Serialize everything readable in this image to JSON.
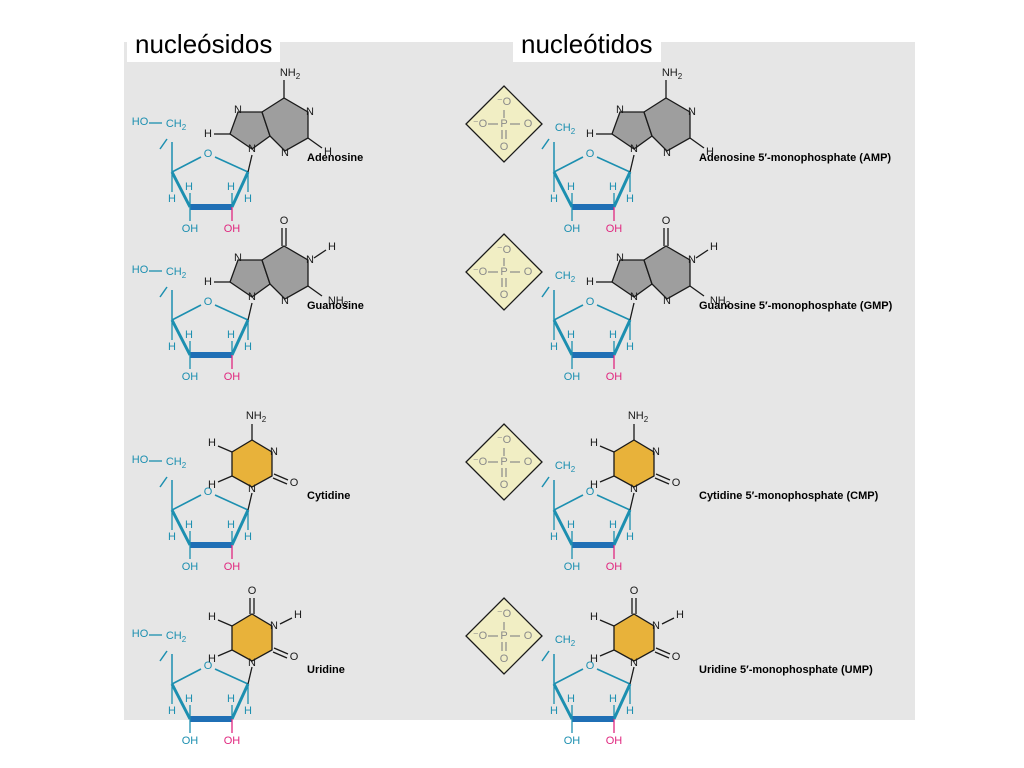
{
  "headings": {
    "left": "nucleósidos",
    "right": "nucleótidos"
  },
  "colors": {
    "panel": "#e6e6e6",
    "sugar": "#1c8fb0",
    "sugar_thick": "#1f6fb5",
    "oh_red": "#e0277f",
    "purine_ring": "#9e9e9e",
    "pyrimidine_ring": "#e8b23a",
    "phosphate_box": "#f1eec4",
    "phosphate_grey": "#8a8a8a"
  },
  "atoms": {
    "H": "H",
    "N": "N",
    "O": "O",
    "P": "P",
    "OH": "OH",
    "HO": "HO",
    "NH2": "NH2",
    "CH2": "CH2"
  },
  "rows": [
    {
      "base": "adenine",
      "nucleoside": "Adenosine",
      "nucleotide": "Adenosine 5′-monophosphate (AMP)"
    },
    {
      "base": "guanine",
      "nucleoside": "Guanosine",
      "nucleotide": "Guanosine 5′-monophosphate (GMP)"
    },
    {
      "base": "cytosine",
      "nucleoside": "Cytidine",
      "nucleotide": "Cytidine 5′-monophosphate (CMP)"
    },
    {
      "base": "uracil",
      "nucleoside": "Uridine",
      "nucleotide": "Uridine 5′-monophosphate (UMP)"
    }
  ]
}
